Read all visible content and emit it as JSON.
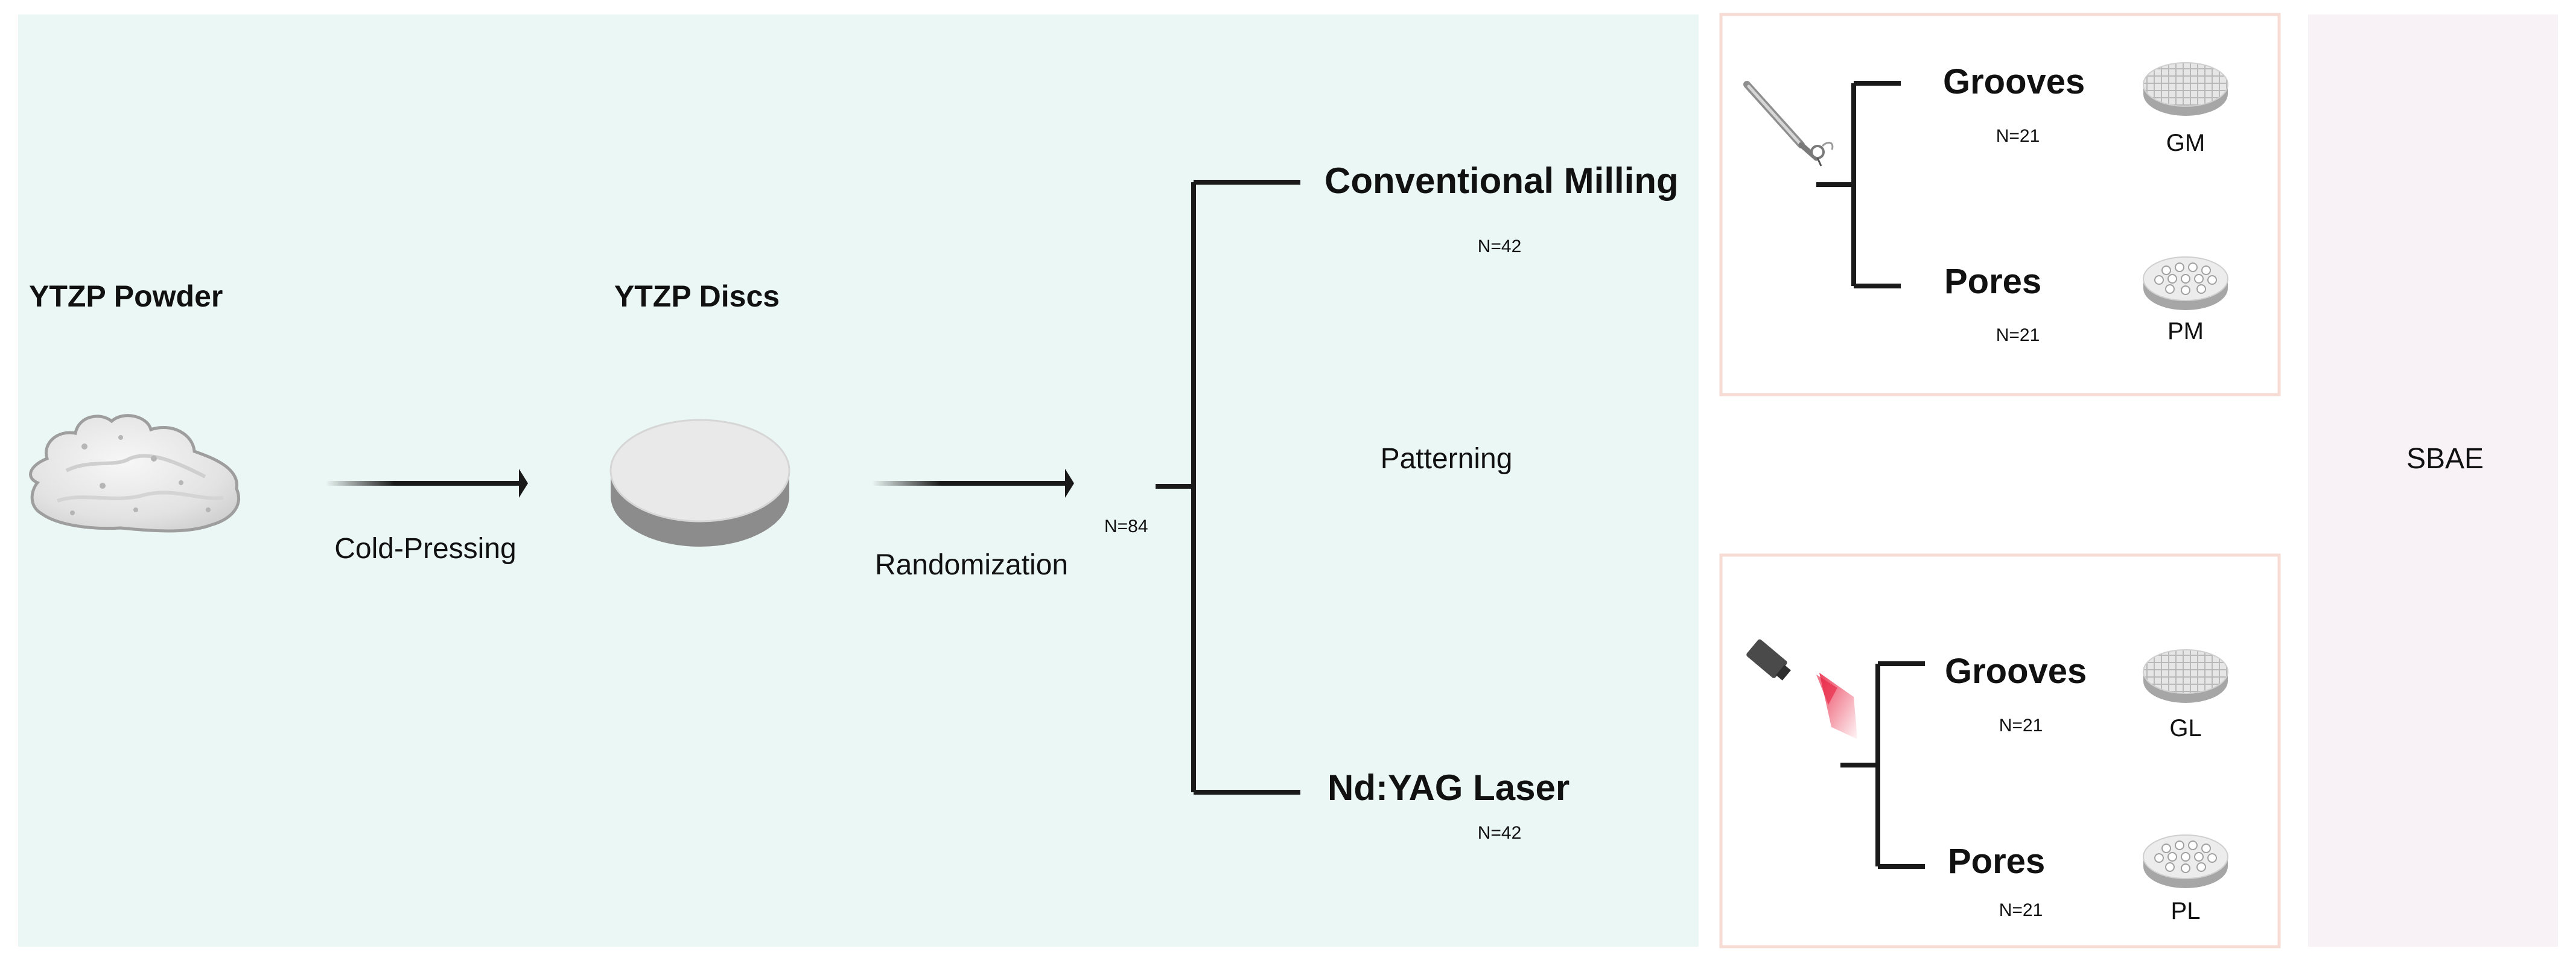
{
  "colors": {
    "left_panel_bg": "#ebf7f4",
    "right_panel_bg": "#f8f1f6",
    "box_border": "#f7dcd6",
    "bracket": "#1a1a1a",
    "laser_beam": "#e8203f"
  },
  "icons": {
    "powder": "powder-pile-icon",
    "disc": "disc-icon",
    "handpiece": "dental-handpiece-icon",
    "laser": "laser-emitter-icon",
    "grooved_disc": "grooved-disc-icon",
    "pored_disc": "pored-disc-icon"
  },
  "materials": {
    "powder_label": "YTZP Powder",
    "discs_label": "YTZP Discs"
  },
  "steps": {
    "cold_pressing": "Cold-Pressing",
    "randomization": "Randomization"
  },
  "groups": {
    "total_n": "N=84",
    "patterning": "Patterning",
    "milling": {
      "label": "Conventional Milling",
      "n": "N=42"
    },
    "laser": {
      "label": "Nd:YAG Laser",
      "n": "N=42"
    }
  },
  "milling_box": {
    "grooves_label": "Grooves",
    "grooves_n": "N=21",
    "grooves_code": "GM",
    "pores_label": "Pores",
    "pores_n": "N=21",
    "pores_code": "PM"
  },
  "laser_box": {
    "grooves_label": "Grooves",
    "grooves_n": "N=21",
    "grooves_code": "GL",
    "pores_label": "Pores",
    "pores_n": "N=21",
    "pores_code": "PL"
  },
  "outcome": {
    "label": "SBAE"
  }
}
